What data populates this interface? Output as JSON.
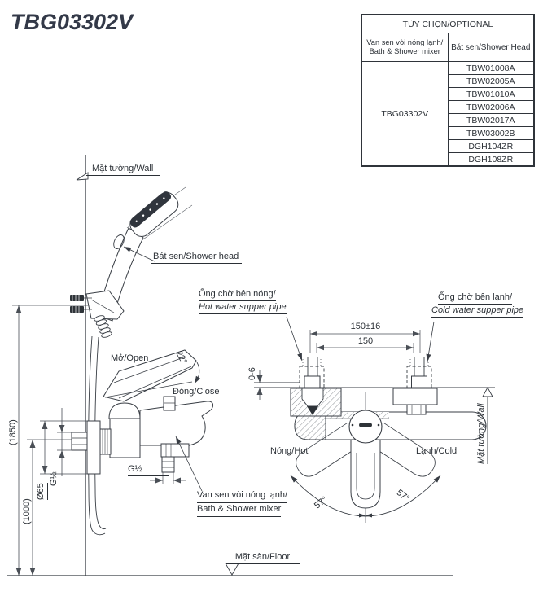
{
  "title": "TBG03302V",
  "colors": {
    "title": "#333948",
    "line": "#383d44",
    "text": "#2b3036"
  },
  "table": {
    "header": "TÙY CHỌN/OPTIONAL",
    "col1_line1": "Van sen vòi nóng lạnh/",
    "col1_line2": "Bath & Shower mixer",
    "col2_header": "Bát sen/Shower Head",
    "product_code": "TBG03302V",
    "shower_heads": [
      "TBW01008A",
      "TBW02005A",
      "TBW01010A",
      "TBW02006A",
      "TBW02017A",
      "TBW03002B",
      "DGH104ZR",
      "DGH108ZR"
    ]
  },
  "labels": {
    "wall_top": "Mặt tường/Wall",
    "shower_head": "Bát sen/Shower head",
    "open": "Mở/Open",
    "close": "Đóng/Close",
    "angle22": "22°",
    "hot_pipe_vi": "Ống chờ bên nóng/",
    "hot_pipe_en": "Hot water supper pipe",
    "cold_pipe_vi": "Ống chờ bên lạnh/",
    "cold_pipe_en": "Cold water supper pipe",
    "dim_150_16": "150±16",
    "dim_150": "150",
    "dim_0_6": "0-6",
    "wall_right": "Mặt tường/Wall",
    "hot": "Nóng/Hot",
    "cold": "Lạnh/Cold",
    "angle57_left": "57°",
    "angle57_right": "57°",
    "dia65": "Ø65",
    "g12_side": "G½",
    "g12_bottom": "G½",
    "mixer_vi": "Van sen vòi nóng lạnh/",
    "mixer_en": "Bath & Shower mixer",
    "floor": "Mặt sàn/Floor",
    "dim_1850": "(1850)",
    "dim_1000": "(1000)"
  }
}
